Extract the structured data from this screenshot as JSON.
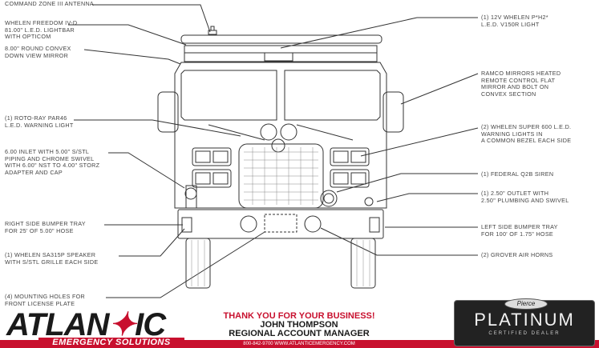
{
  "callouts": {
    "antenna": "COMMAND ZONE III ANTENNA",
    "lightbar": "WHELEN FREEDOM IV-D\n81.00\" L.E.D. LIGHTBAR\nWITH OPTICOM",
    "mirror_round": "8.00\" ROUND CONVEX\nDOWN VIEW MIRROR",
    "roto_ray": "(1) ROTO-RAY PAR46\nL.E.D. WARNING LIGHT",
    "inlet": "6.00 INLET WITH 5.00\" S/STL\nPIPING AND CHROME SWIVEL\nWITH 6.00\" NST TO 4.00\" STORZ\nADAPTER AND CAP",
    "right_tray": "RIGHT SIDE BUMPER TRAY\nFOR 25' OF 5.00\" HOSE",
    "speaker": "(1) WHELEN SA315P SPEAKER\nWITH S/STL GRILLE EACH SIDE",
    "license": "(4) MOUNTING HOLES FOR\nFRONT LICENSE PLATE",
    "pwh2": "(1) 12V WHELEN P*H2*\nL.E.D. V150R LIGHT",
    "ramco": "RAMCO MIRRORS HEATED\nREMOTE CONTROL FLAT\nMIRROR AND BOLT ON\nCONVEX SECTION",
    "super600": "(2) WHELEN SUPER 600 L.E.D.\nWARNING LIGHTS IN\nA COMMON BEZEL EACH SIDE",
    "siren": "(1) FEDERAL Q2B SIREN",
    "outlet": "(1) 2.50\" OUTLET WITH\n2.50\" PLUMBING AND SWIVEL",
    "left_tray": "LEFT SIDE BUMPER TRAY\nFOR 100' OF 1.75\" HOSE",
    "horns": "(2) GROVER AIR HORNS"
  },
  "footer": {
    "brand_main_a": "ATLAN",
    "brand_star": "✦",
    "brand_main_b": "IC",
    "brand_sub": "EMERGENCY SOLUTIONS",
    "thanks": "THANK YOU FOR YOUR BUSINESS!",
    "name": "JOHN THOMPSON",
    "role": "REGIONAL ACCOUNT MANAGER",
    "contact": "800-842-9700     WWW.ATLANTICEMERGENCY.COM",
    "dealer_oval": "Pierce",
    "dealer_main": "PLATINUM",
    "dealer_sub": "CERTIFIED DEALER"
  },
  "colors": {
    "accent": "#c8102e",
    "line": "#333333"
  }
}
